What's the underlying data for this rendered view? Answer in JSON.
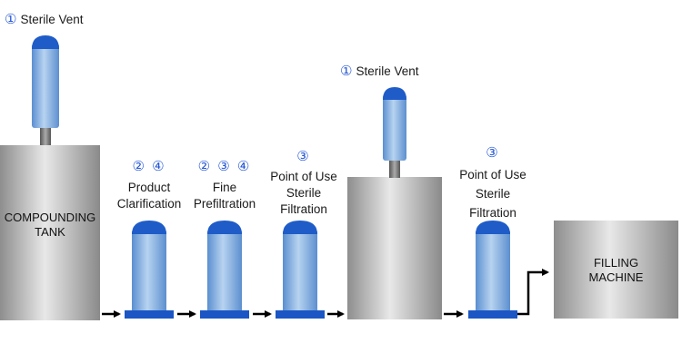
{
  "colors": {
    "tank_dark": "#8c8c8c",
    "tank_light": "#e6e6e6",
    "filter_dark": "#5b8fd0",
    "filter_light": "#b3d0ef",
    "cap_blue": "#1f5cc8",
    "base_blue": "#1b56c4",
    "number_blue": "#2456d6",
    "arrow": "#000000"
  },
  "vents": [
    {
      "number": "①",
      "label": "Sterile Vent"
    },
    {
      "number": "①",
      "label": "Sterile Vent"
    }
  ],
  "tanks": {
    "compounding": {
      "line1": "COMPOUNDING",
      "line2": "TANK"
    },
    "filling": {
      "line1": "FILLING",
      "line2": "MACHINE"
    }
  },
  "filters": [
    {
      "numbers": "② ④",
      "line1": "Product",
      "line2": "Clarification",
      "line3": ""
    },
    {
      "numbers": "② ③ ④",
      "line1": "Fine",
      "line2": "Prefiltration",
      "line3": ""
    },
    {
      "numbers": "③",
      "line1": "Point of Use",
      "line2": "Sterile",
      "line3": "Filtration"
    },
    {
      "numbers": "③",
      "line1": "Point of Use",
      "line2": "Sterile",
      "line3": "Filtration"
    }
  ],
  "icons": [
    "arrow-right-icon",
    "elbow-arrow-icon"
  ]
}
